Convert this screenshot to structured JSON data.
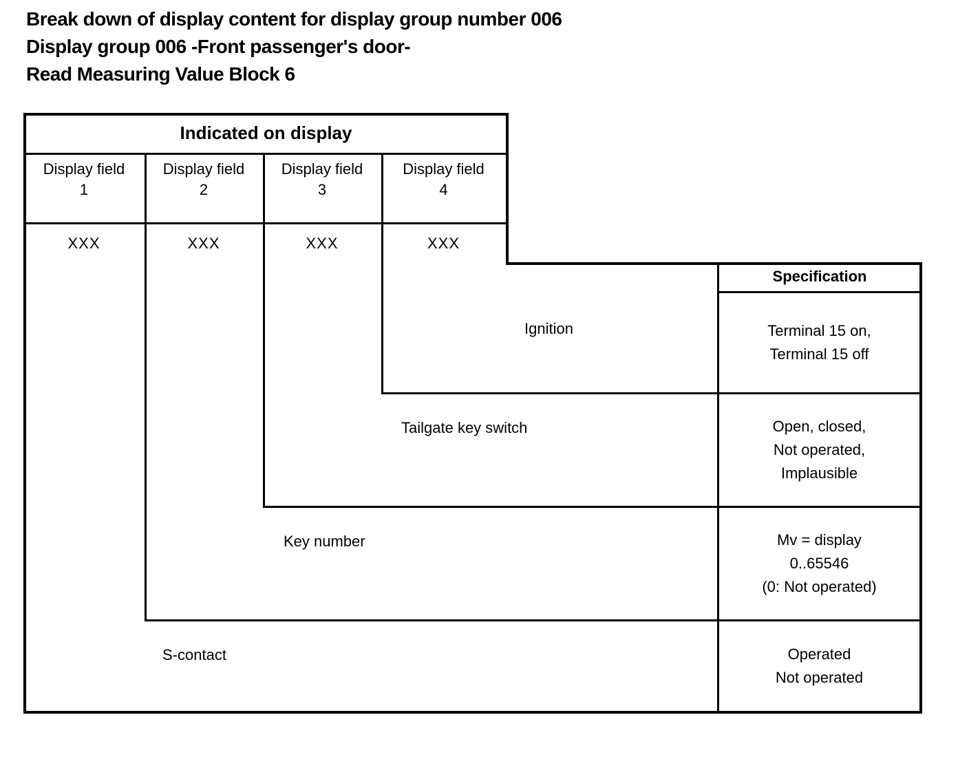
{
  "title": {
    "line1": "Break down of display content for display group number 006",
    "line2": "Display group 006 -Front passenger's door-",
    "line3": "Read Measuring Value Block 6"
  },
  "table": {
    "header": "Indicated on display",
    "columns": [
      {
        "label": "Display field",
        "number": "1",
        "value": "XXX"
      },
      {
        "label": "Display field",
        "number": "2",
        "value": "XXX"
      },
      {
        "label": "Display field",
        "number": "3",
        "value": "XXX"
      },
      {
        "label": "Display field",
        "number": "4",
        "value": "XXX"
      }
    ]
  },
  "spec": {
    "header": "Specification"
  },
  "rows": [
    {
      "label": "Ignition",
      "spec_lines": [
        "Terminal 15 on,",
        "Terminal 15 off"
      ]
    },
    {
      "label": "Tailgate key switch",
      "spec_lines": [
        "Open, closed,",
        "Not operated,",
        "Implausible"
      ]
    },
    {
      "label": "Key number",
      "spec_lines": [
        "Mv = display",
        "0..65546",
        "(0: Not operated)"
      ]
    },
    {
      "label": "S-contact",
      "spec_lines": [
        "Operated",
        "Not operated"
      ]
    }
  ],
  "colors": {
    "line": "#000000",
    "background": "#ffffff",
    "text": "#000000"
  }
}
